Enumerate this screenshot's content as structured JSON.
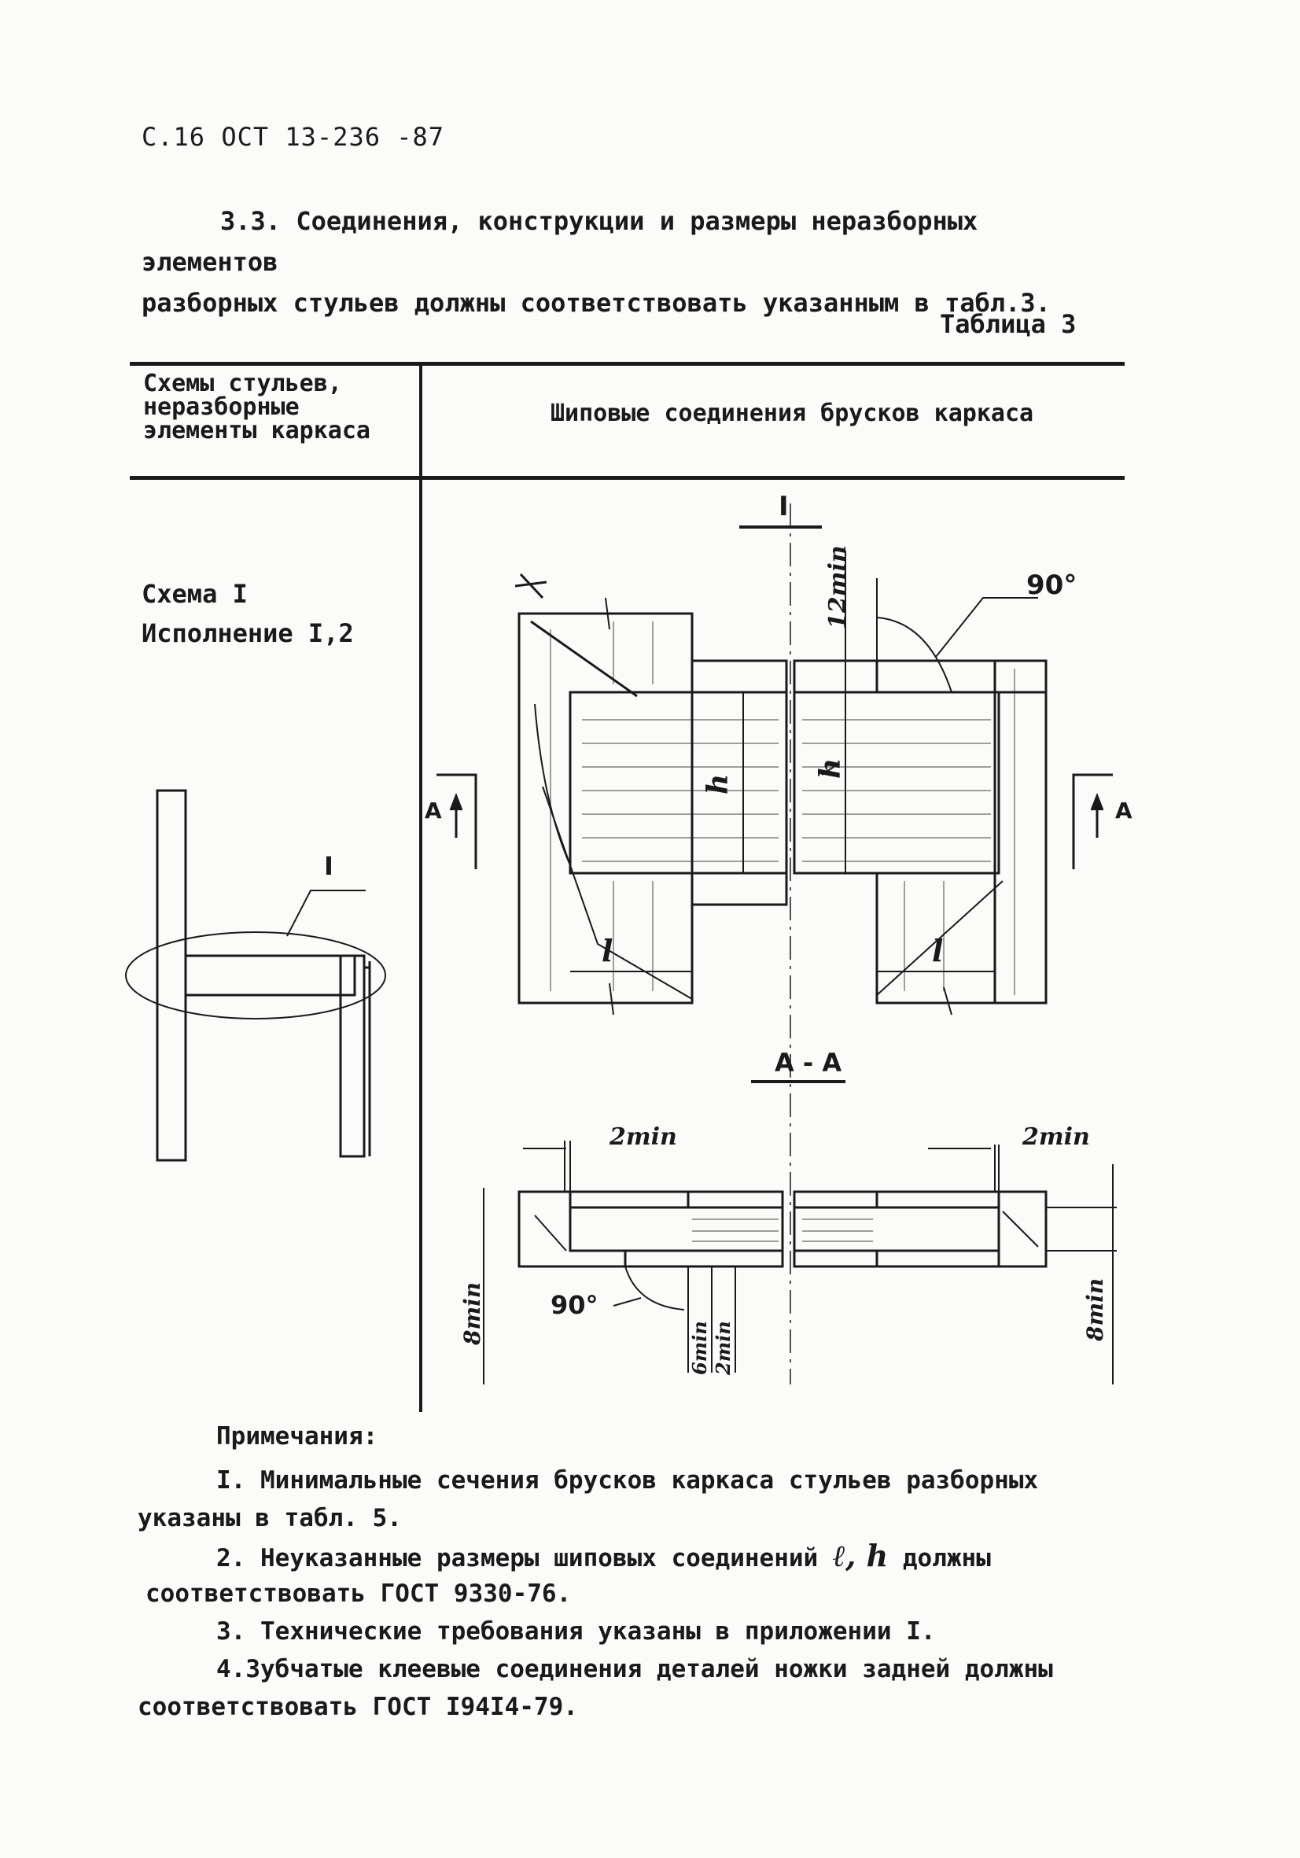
{
  "page_header": "С.16 ОСТ 13-236 -87",
  "paragraph": {
    "line1": "3.3. Соединения, конструкции и размеры неразборных элементов",
    "line2": "разборных стульев должны соответствовать указанным в табл.3."
  },
  "table_title": "Таблица 3",
  "table": {
    "col1_header": [
      "Схемы стульев,",
      "неразборные",
      "элементы каркаса"
    ],
    "col2_header": "Шиповые соединения брусков каркаса",
    "scheme_label": "Схема  I",
    "execution_label": "Исполнение I,2"
  },
  "drawing": {
    "detail_marker": "I",
    "chair_callout": "I",
    "section_title": "А - А",
    "section_marker": "А",
    "angle_label": "90°",
    "dim_12min": "12min",
    "dim_h": "h",
    "dim_l": "l",
    "dim_2min": "2min",
    "dim_8min": "8min",
    "dim_6min": "6min"
  },
  "notes": {
    "title": "Примечания:",
    "n1_l1": "I. Минимальные сечения брусков каркаса стульев разборных",
    "n1_l2": "указаны в табл. 5.",
    "n2_l1a": "2. Неуказанные размеры шиповых соединений",
    "n2_sym": "ℓ, h",
    "n2_l1b": "должны",
    "n2_l2": "соответствовать  ГОСТ  9330-76.",
    "n3": "3. Технические требования указаны в  приложении I.",
    "n4_l1": "4.Зубчатые клеевые соединения деталей ножки задней должны",
    "n4_l2": "соответствовать ГОСТ I94I4-79."
  }
}
